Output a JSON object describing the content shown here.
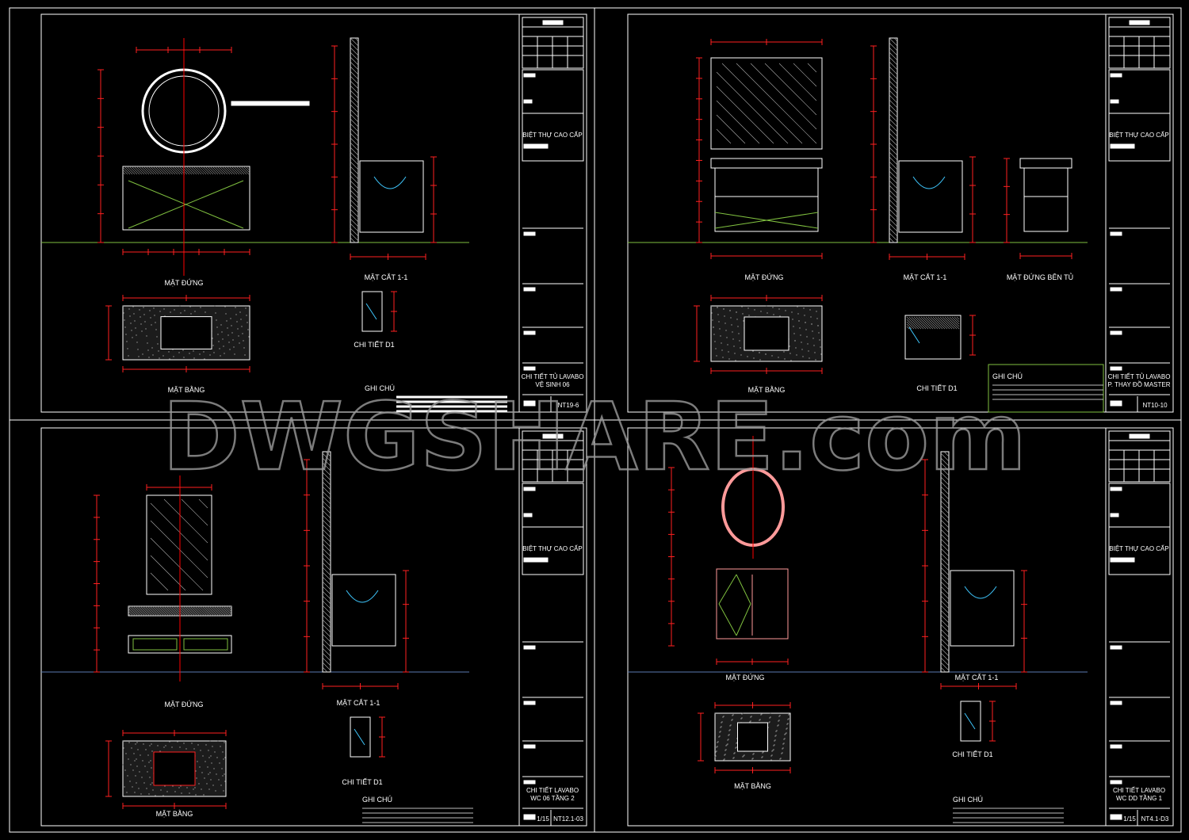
{
  "drawing_set": {
    "watermark": "DWGSHARE.com",
    "colors": {
      "background": "#000000",
      "frame": "#ffffff",
      "dimension": "#ff2020",
      "centerline": "#ff0000",
      "ground": "#7fbf3f",
      "accent_cyan": "#3fc8ff",
      "mirror_frame": "#ff9a9a"
    },
    "sheets": [
      {
        "labels": {
          "front_view": "MẶT ĐỨNG",
          "section": "MẶT CẮT 1-1",
          "plan": "MẶT BẰNG",
          "detail": "CHI TIẾT D1",
          "notes": "GHI CHÚ"
        },
        "title_block": {
          "project": "BIỆT THỰ CAO CẤP",
          "title_line1": "CHI TIẾT TỦ LAVABO",
          "title_line2": "VỆ SINH 06",
          "scale": "",
          "sheet_no": "NT19-6"
        }
      },
      {
        "labels": {
          "front_view": "MẶT ĐỨNG",
          "section": "MẶT CẮT 1-1",
          "side_view": "MẶT ĐỨNG BÊN TỦ",
          "plan": "MẶT BẰNG",
          "detail": "CHI TIẾT D1",
          "notes": "GHI CHÚ"
        },
        "title_block": {
          "project": "BIỆT THỰ CAO CẤP",
          "title_line1": "CHI TIẾT TỦ LAVABO",
          "title_line2": "P. THAY ĐỒ MASTER",
          "scale": "",
          "sheet_no": "NT10-10"
        }
      },
      {
        "labels": {
          "front_view": "MẶT ĐỨNG",
          "section": "MẶT CẮT 1-1",
          "plan": "MẶT BẰNG",
          "detail": "CHI TIẾT D1",
          "notes": "GHI CHÚ"
        },
        "title_block": {
          "project": "BIỆT THỰ CAO CẤP",
          "title_line1": "CHI TIẾT LAVABO",
          "title_line2": "WC 06 TẦNG 2",
          "scale": "1/15",
          "sheet_no": "NT12.1-03"
        }
      },
      {
        "labels": {
          "front_view": "MẶT ĐỨNG",
          "section": "MẶT CẮT 1-1",
          "plan": "MẶT BẰNG",
          "detail": "CHI TIẾT D1",
          "notes": "GHI CHÚ"
        },
        "title_block": {
          "project": "BIỆT THỰ CAO CẤP",
          "title_line1": "CHI TIẾT LAVABO",
          "title_line2": "WC DD TẦNG 1",
          "scale": "1/15",
          "sheet_no": "NT4.1-D3"
        }
      }
    ]
  }
}
